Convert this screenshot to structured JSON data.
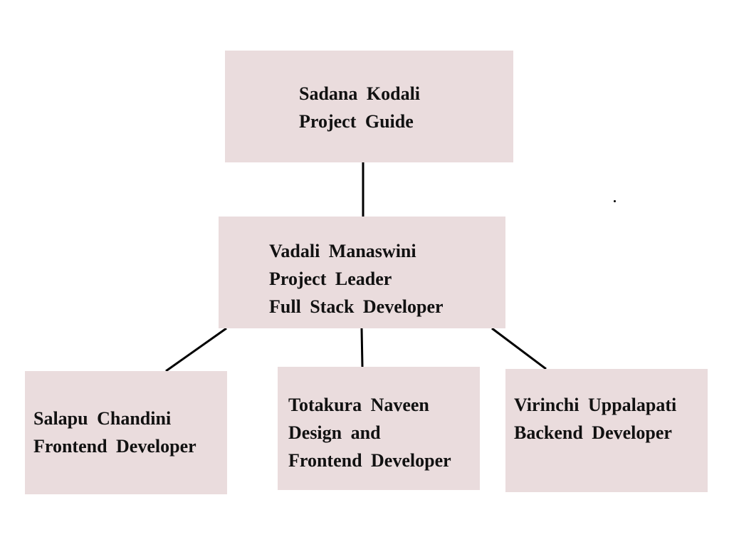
{
  "org_chart": {
    "guide": {
      "name": "Sadana  Kodali",
      "role": "Project  Guide"
    },
    "leader": {
      "name": "Vadali  Manaswini",
      "role": "Project  Leader",
      "role2": "Full  Stack  Developer"
    },
    "members": [
      {
        "name": "Salapu  Chandini",
        "role": "Frontend  Developer"
      },
      {
        "name": "Totakura  Naveen",
        "role": "Design  and",
        "role2": "Frontend  Developer"
      },
      {
        "name": "Virinchi  Uppalapati",
        "role": "Backend  Developer"
      }
    ]
  },
  "colors": {
    "box_fill": "#eadcdd",
    "connector": "#000000",
    "text": "#111111"
  }
}
